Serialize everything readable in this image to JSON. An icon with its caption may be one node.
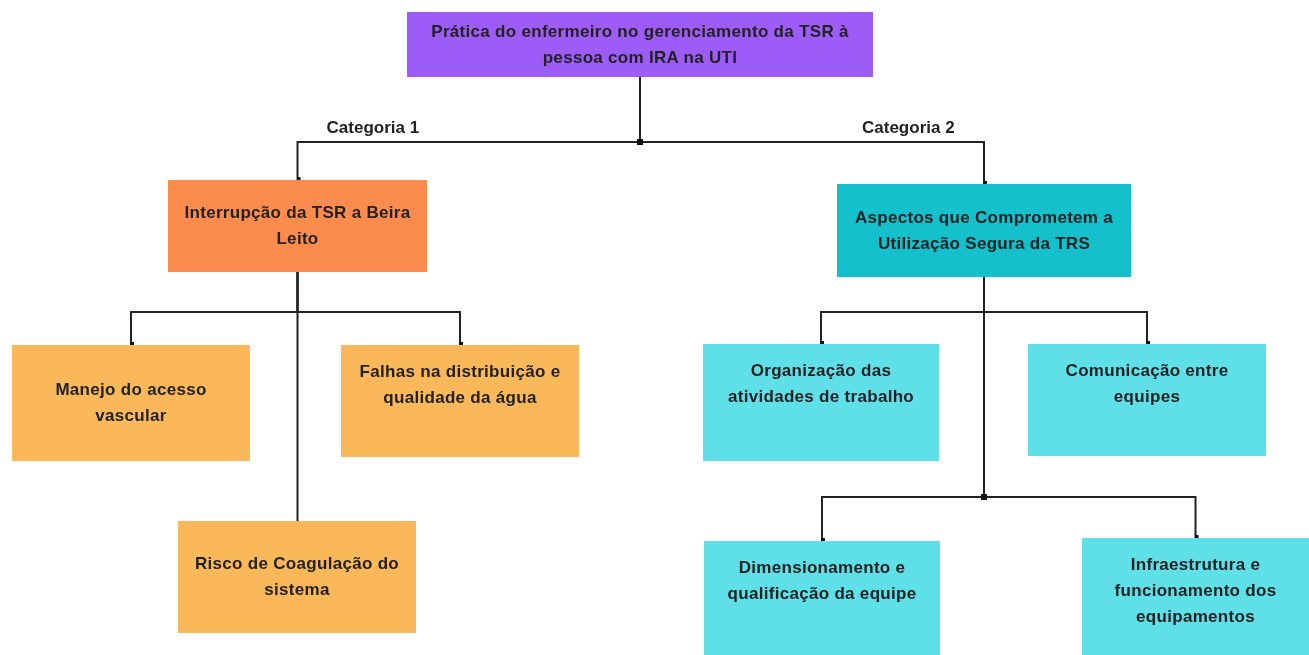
{
  "diagram": {
    "nodes": [
      {
        "text": [
          "Prática do enfermeiro no gerenciamento da TSR à pessoa com IRA na UTI"
        ]
      },
      {
        "text": [
          "Interrupção da TSR a Beira Leito"
        ]
      },
      {
        "text": [
          "Aspectos que Comprometem a Utilização Segura da TRS"
        ]
      },
      {
        "text": [
          "Manejo do acesso vascular"
        ]
      },
      {
        "text": [
          "Falhas na distribuição e qualidade da água"
        ]
      },
      {
        "text": [
          "Risco de Coagulação do sistema"
        ]
      },
      {
        "text": [
          "Organização das atividades de trabalho"
        ]
      },
      {
        "text": [
          "Comunicação entre equipes"
        ]
      },
      {
        "text": [
          "Dimensionamento e qualificação da equipe"
        ]
      },
      {
        "text": [
          "Infraestrutura e funcionamento dos equipamentos"
        ]
      }
    ],
    "edges": [
      {
        "from": 0,
        "to": 1,
        "arrow": "other",
        "label": "Categoria 1"
      },
      {
        "from": 0,
        "to": 2,
        "arrow": "other",
        "label": "Categoria 2"
      },
      {
        "from": 1,
        "to": 3,
        "arrow": "other"
      },
      {
        "from": 1,
        "to": 4,
        "arrow": "other"
      },
      {
        "from": 1,
        "to": 5,
        "arrow": "none"
      },
      {
        "from": 2,
        "to": 6,
        "arrow": "other"
      },
      {
        "from": 2,
        "to": 7,
        "arrow": "other"
      },
      {
        "from": 2,
        "to": 8,
        "arrow": "other"
      },
      {
        "from": 2,
        "to": 9,
        "arrow": "other"
      }
    ]
  }
}
